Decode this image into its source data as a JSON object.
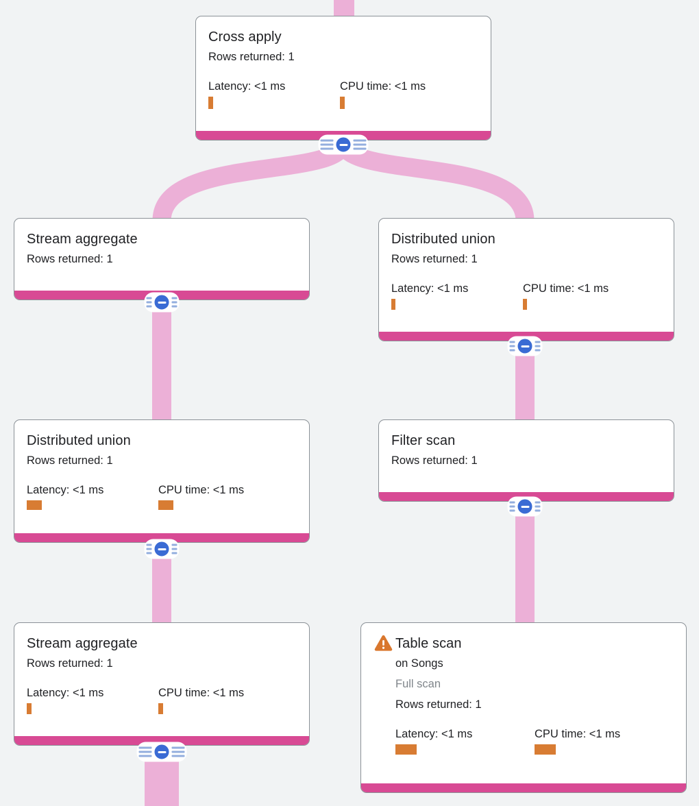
{
  "diagram": {
    "kind": "query-execution-plan-tree",
    "colors": {
      "background": "#f1f3f4",
      "node_accent_pink": "#d84a94",
      "edge_pink": "#ecb0d7",
      "collapse_blue": "#3a6bd4",
      "stripe_blue": "#93aede",
      "metric_bar_orange": "#d87c33",
      "warning_orange": "#d9772e",
      "muted_text": "#80868b"
    }
  },
  "nodes": [
    {
      "title": "Cross apply",
      "rows": "Rows returned: 1",
      "latency_label": "Latency: <1 ms",
      "cpu_label": "CPU time: <1 ms",
      "latency_bar_w": 7,
      "latency_bar_h": 18,
      "cpu_bar_w": 7,
      "cpu_bar_h": 18
    },
    {
      "title": "Stream aggregate",
      "rows": "Rows returned: 1"
    },
    {
      "title": "Distributed union",
      "rows": "Rows returned: 1",
      "latency_label": "Latency: <1 ms",
      "cpu_label": "CPU time: <1 ms",
      "latency_bar_w": 6,
      "latency_bar_h": 16,
      "cpu_bar_w": 6,
      "cpu_bar_h": 16
    },
    {
      "title": "Distributed union",
      "rows": "Rows returned: 1",
      "latency_label": "Latency: <1 ms",
      "cpu_label": "CPU time: <1 ms",
      "latency_bar_w": 22,
      "latency_bar_h": 14,
      "cpu_bar_w": 22,
      "cpu_bar_h": 14
    },
    {
      "title": "Filter scan",
      "rows": "Rows returned: 1"
    },
    {
      "title": "Stream aggregate",
      "rows": "Rows returned: 1",
      "latency_label": "Latency: <1 ms",
      "cpu_label": "CPU time: <1 ms",
      "latency_bar_w": 7,
      "latency_bar_h": 16,
      "cpu_bar_w": 7,
      "cpu_bar_h": 16
    },
    {
      "title": "Table scan",
      "subtitle": "on Songs",
      "scan_type": "Full scan",
      "rows": "Rows returned: 1",
      "warning": true,
      "latency_label": "Latency: <1 ms",
      "cpu_label": "CPU time: <1 ms",
      "latency_bar_w": 31,
      "latency_bar_h": 15,
      "cpu_bar_w": 31,
      "cpu_bar_h": 15
    }
  ]
}
